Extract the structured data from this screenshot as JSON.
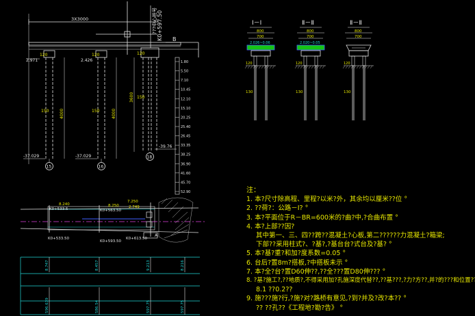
{
  "elevation": {
    "station_label": "K0+597.50",
    "station_label_2": "???中心桩号",
    "span_top": "3X3000",
    "mark_b": "B",
    "elev_left": "2.971",
    "elev_mid": "2.426",
    "dim_120a": "120",
    "dim_120b": "120",
    "dim_120c": "120",
    "pile_len_a": "4000",
    "pile_len_b": "4000",
    "pile_len_c": "3600",
    "dim_150a": "150",
    "dim_150b": "150",
    "dim_150c": "150",
    "bot_a": "-37.029",
    "bot_b": "-37.029",
    "bot_c": "-39.76",
    "axis_a": "15",
    "axis_b": "16",
    "axis_c": "18",
    "scale_vals": [
      "1.80",
      "5.50",
      "7.10",
      "10.45",
      "12.10",
      "15.10",
      "20.25",
      "25.40",
      "26.45",
      "33.35",
      "38.25",
      "36.90",
      "41.60",
      "45.70",
      "52.90"
    ]
  },
  "sections": [
    {
      "title": "Ⅰ－Ⅰ",
      "w1": "800",
      "w2": "700",
      "bar": "2.026~0.06",
      "dim_low": "120",
      "dim_pile": "130"
    },
    {
      "title": "Ⅱ－Ⅱ",
      "w1": "800",
      "w2": "700",
      "bar": "2.020~0.05",
      "dim_low": "120",
      "dim_pile": "130"
    },
    {
      "title": "Ⅱ－Ⅱ",
      "w1": "800",
      "w2": "700",
      "bar": "",
      "dim_low": "120",
      "dim_pile": "130"
    }
  ],
  "plan": {
    "label_a": "8.240",
    "label_a2": "K0+533.5",
    "label_b": "8.250",
    "label_b2": "K0+563.50",
    "label_c": "2.749",
    "label_d": "7.250",
    "label_e": "K0+533.50",
    "label_f": "K0+593.50",
    "label_g": "K0+613.50",
    "label_h": "A",
    "table_vals": [
      "8.747",
      "8.457",
      "9.213",
      "8.216"
    ],
    "table_vals2": [
      "596.639",
      "586.54",
      "597.75",
      "597.75"
    ]
  },
  "notes": {
    "title": "注：",
    "items": [
      "1. 本?尺寸除高程、里程?以米?外，其余均以厘米??位 °",
      "2. ??荷?：公路－Ⅰ? °",
      "3. 本?平面位于R－BR=600米的?曲?中,?合曲布置 °",
      "4. 本?上部??因?",
      "其中第一、三、四??跨??混凝土?心板,第二??????力混凝土?箱梁;",
      "下部??采用柱式?、?基?,?基台台?式台及?基? °",
      "5. 本?基?重?和加?度系数=0.05 °",
      "6. 台后?置8m?搭板,?中搭板未示 °",
      "7. 本?全?台?置D60伸??,??全???置D80伸??? °",
      "8. ?基?施工?,??地质?,不得采用加?孔施深度代替??,??基???,?力?方??,并?的???和位置??? °",
      "8.1 ??0.2??",
      "9. 施???施?行,?施?对?路桥有意见,?到?并及?改?本?? °",
      "  ?? ??孔??《工程地?勘?告》 °"
    ]
  }
}
